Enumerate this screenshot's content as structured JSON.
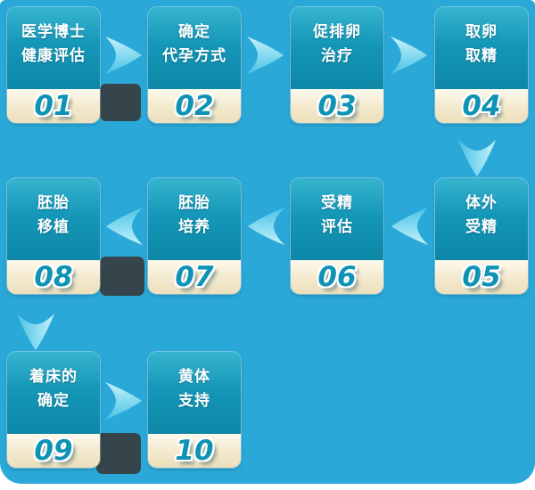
{
  "colors": {
    "background": "#2aa9d9",
    "card_teal": "#1597b8",
    "number_strip": "#f3e9cd",
    "number_text": "#0f93b4",
    "arrow": "#63cdea"
  },
  "steps": [
    {
      "num": "01",
      "lines": [
        "医学博士",
        "健康评估"
      ]
    },
    {
      "num": "02",
      "lines": [
        "确定",
        "代孕方式"
      ]
    },
    {
      "num": "03",
      "lines": [
        "促排卵",
        "治疗"
      ]
    },
    {
      "num": "04",
      "lines": [
        "取卵",
        "取精"
      ]
    },
    {
      "num": "05",
      "lines": [
        "体外",
        "受精"
      ]
    },
    {
      "num": "06",
      "lines": [
        "受精",
        "评估"
      ]
    },
    {
      "num": "07",
      "lines": [
        "胚胎",
        "培养"
      ]
    },
    {
      "num": "08",
      "lines": [
        "胚胎",
        "移植"
      ]
    },
    {
      "num": "09",
      "lines": [
        "着床的",
        "确定"
      ]
    },
    {
      "num": "10",
      "lines": [
        "黄体",
        "支持"
      ]
    }
  ]
}
